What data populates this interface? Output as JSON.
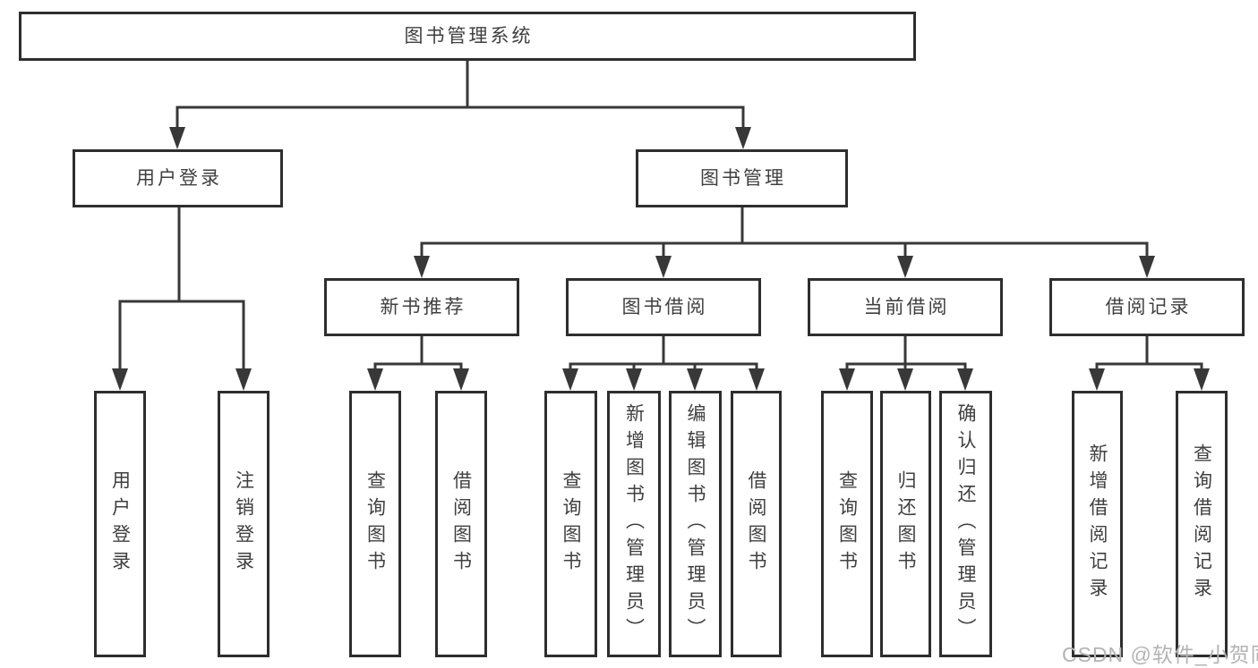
{
  "diagram_type": "hierarchy-tree",
  "colors": {
    "line": "#383838",
    "box_border": "#2e2e2e",
    "box_background": "#ffffff",
    "text": "#3f3f3f",
    "watermark": "#b3b3b3",
    "background": "#ffffff"
  },
  "tree": {
    "label": "图书管理系统",
    "children": [
      {
        "label": "用户登录",
        "children": [
          {
            "label": "用户登录"
          },
          {
            "label": "注销登录"
          }
        ]
      },
      {
        "label": "图书管理",
        "children": [
          {
            "label": "新书推荐",
            "children": [
              {
                "label": "查询图书"
              },
              {
                "label": "借阅图书"
              }
            ]
          },
          {
            "label": "图书借阅",
            "children": [
              {
                "label": "查询图书"
              },
              {
                "label": "新增图书（管理员）"
              },
              {
                "label": "编辑图书（管理员）"
              },
              {
                "label": "借阅图书"
              }
            ]
          },
          {
            "label": "当前借阅",
            "children": [
              {
                "label": "查询图书"
              },
              {
                "label": "归还图书"
              },
              {
                "label": "确认归还（管理员）"
              }
            ]
          },
          {
            "label": "借阅记录",
            "children": [
              {
                "label": "新增借阅记录"
              },
              {
                "label": "查询借阅记录"
              }
            ]
          }
        ]
      }
    ]
  },
  "watermark": "CSDN @软件_小贺同学"
}
